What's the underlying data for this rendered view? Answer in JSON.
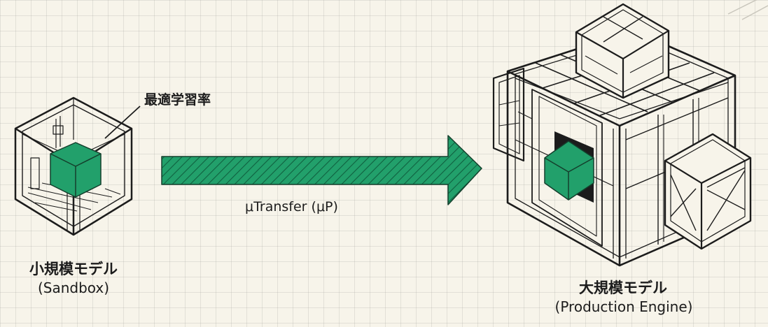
{
  "labels": {
    "optimal_lr": "最適学習率",
    "transfer": "μTransfer (μP)",
    "small_model_ja": "小規模モデル",
    "small_model_en": "(Sandbox)",
    "large_model_ja": "大規模モデル",
    "large_model_en": "(Production Engine)"
  },
  "colors": {
    "background": "#f7f4ea",
    "grid": "#c9c6bc",
    "ink": "#1c1c1c",
    "accent_green": "#22a06b",
    "accent_green_dark": "#16764d"
  },
  "icons": {
    "small_model": "cube-frame-icon",
    "large_model": "cube-frame-icon",
    "transfer": "arrow-right-icon"
  }
}
